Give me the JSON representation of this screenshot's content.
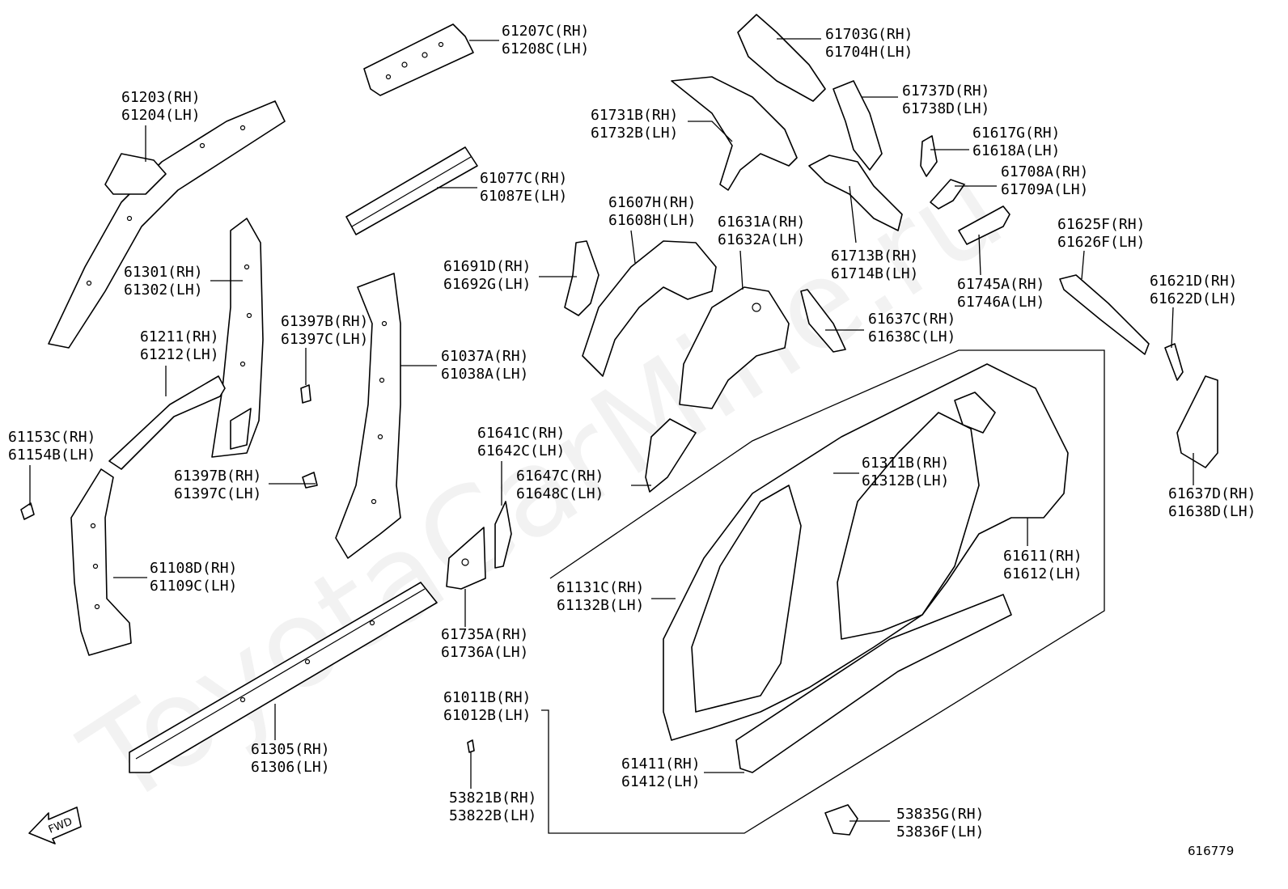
{
  "watermark": "ToyotaCarMine.ru",
  "diagram_id": "616779",
  "fwd_label": "FWD",
  "labels": {
    "l61207": [
      "61207C(RH)",
      "61208C(LH)"
    ],
    "l61703": [
      "61703G(RH)",
      "61704H(LH)"
    ],
    "l61737": [
      "61737D(RH)",
      "61738D(LH)"
    ],
    "l61731": [
      "61731B(RH)",
      "61732B(LH)"
    ],
    "l61617": [
      "61617G(RH)",
      "61618A(LH)"
    ],
    "l61708": [
      "61708A(RH)",
      "61709A(LH)"
    ],
    "l61203": [
      "61203(RH)",
      "61204(LH)"
    ],
    "l61077": [
      "61077C(RH)",
      "61087E(LH)"
    ],
    "l61607": [
      "61607H(RH)",
      "61608H(LH)"
    ],
    "l61631": [
      "61631A(RH)",
      "61632A(LH)"
    ],
    "l61625": [
      "61625F(RH)",
      "61626F(LH)"
    ],
    "l61713": [
      "61713B(RH)",
      "61714B(LH)"
    ],
    "l61691": [
      "61691D(RH)",
      "61692G(LH)"
    ],
    "l61745": [
      "61745A(RH)",
      "61746A(LH)"
    ],
    "l61621": [
      "61621D(RH)",
      "61622D(LH)"
    ],
    "l61301": [
      "61301(RH)",
      "61302(LH)"
    ],
    "l61397a": [
      "61397B(RH)",
      "61397C(LH)"
    ],
    "l61637c": [
      "61637C(RH)",
      "61638C(LH)"
    ],
    "l61211": [
      "61211(RH)",
      "61212(LH)"
    ],
    "l61037": [
      "61037A(RH)",
      "61038A(LH)"
    ],
    "l61153": [
      "61153C(RH)",
      "61154B(LH)"
    ],
    "l61641": [
      "61641C(RH)",
      "61642C(LH)"
    ],
    "l61311": [
      "61311B(RH)",
      "61312B(LH)"
    ],
    "l61647": [
      "61647C(RH)",
      "61648C(LH)"
    ],
    "l61397b": [
      "61397B(RH)",
      "61397C(LH)"
    ],
    "l61637d": [
      "61637D(RH)",
      "61638D(LH)"
    ],
    "l61611": [
      "61611(RH)",
      "61612(LH)"
    ],
    "l61108": [
      "61108D(RH)",
      "61109C(LH)"
    ],
    "l61131": [
      "61131C(RH)",
      "61132B(LH)"
    ],
    "l61735": [
      "61735A(RH)",
      "61736A(LH)"
    ],
    "l61011": [
      "61011B(RH)",
      "61012B(LH)"
    ],
    "l61305": [
      "61305(RH)",
      "61306(LH)"
    ],
    "l61411": [
      "61411(RH)",
      "61412(LH)"
    ],
    "l53821": [
      "53821B(RH)",
      "53822B(LH)"
    ],
    "l53835": [
      "53835G(RH)",
      "53836F(LH)"
    ]
  }
}
